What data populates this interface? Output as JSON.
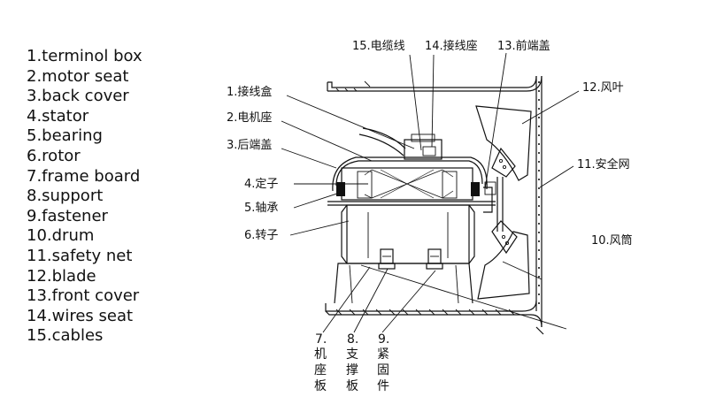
{
  "legend": {
    "items": [
      "1.terminol box",
      "2.motor seat",
      "3.back cover",
      "4.stator",
      "5.bearing",
      "6.rotor",
      "7.frame board",
      "8.support",
      "9.fastener",
      "10.drum",
      "11.safety net",
      "12.blade",
      "13.front cover",
      "14.wires seat",
      "15.cables"
    ]
  },
  "callouts": {
    "c15": "15.电缆线",
    "c14": "14.接线座",
    "c13": "13.前端盖",
    "c1": "1.接线盒",
    "c2": "2.电机座",
    "c3": "3.后端盖",
    "c4": "4.定子",
    "c5": "5.轴承",
    "c6": "6.转子",
    "c12": "12.风叶",
    "c11": "11.安全网",
    "c10": "10.风筒"
  },
  "vertical_labels": {
    "v7": [
      "7.",
      "机",
      "座",
      "板"
    ],
    "v8": [
      "8.",
      "支",
      "撑",
      "板"
    ],
    "v9": [
      "9.",
      "紧",
      "固",
      "件"
    ]
  },
  "colors": {
    "ink": "#111111",
    "background": "#ffffff"
  }
}
